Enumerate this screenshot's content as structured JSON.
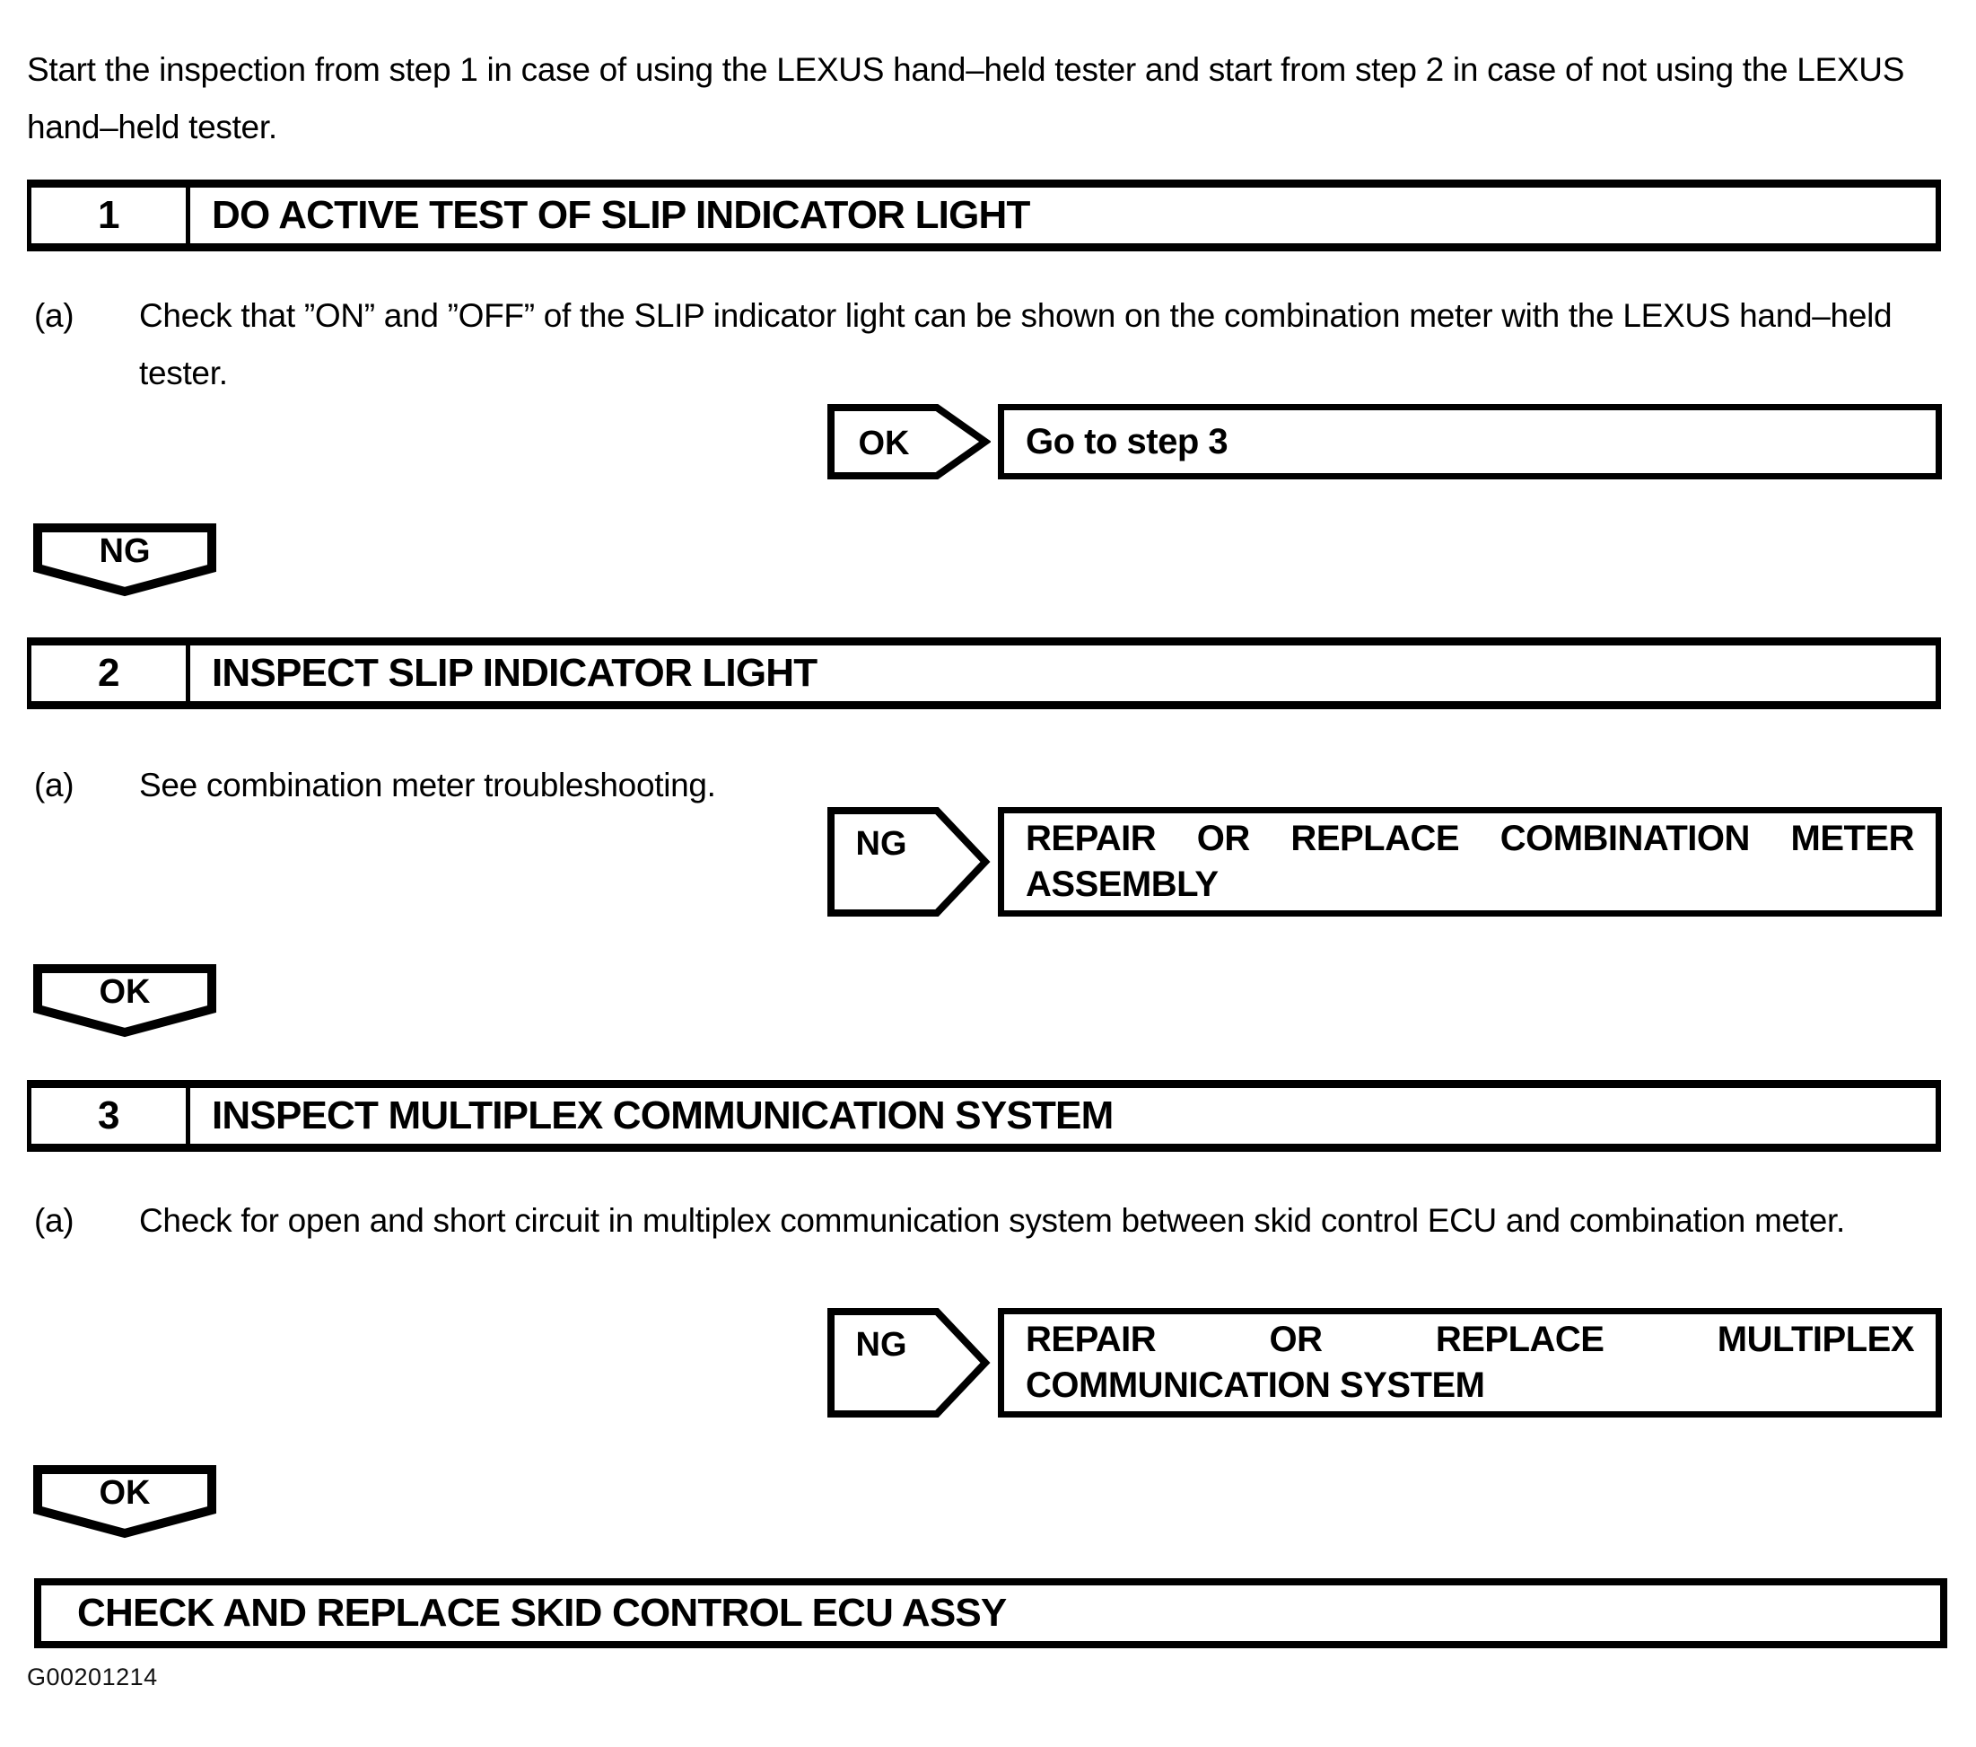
{
  "page": {
    "intro": "Start the inspection from step 1 in case of using the LEXUS hand–held tester and start from step 2 in case of not using the LEXUS hand–held tester.",
    "footer_code": "G00201214",
    "colors": {
      "ink": "#000000",
      "paper": "#ffffff"
    }
  },
  "steps": [
    {
      "number": "1",
      "title": "DO ACTIVE TEST OF SLIP INDICATOR LIGHT",
      "item_label": "(a)",
      "item_text": "Check that ”ON” and ”OFF” of the SLIP indicator light can be shown on the combination meter with the LEXUS hand–held tester.",
      "branch": {
        "verdict": "OK",
        "result_lines": [
          "Go to step 3"
        ]
      },
      "fall_through": "NG"
    },
    {
      "number": "2",
      "title": "INSPECT SLIP INDICATOR LIGHT",
      "item_label": "(a)",
      "item_text": "See combination meter troubleshooting.",
      "branch": {
        "verdict": "NG",
        "result_lines": [
          "REPAIR OR REPLACE COMBINATION METER",
          "ASSEMBLY"
        ]
      },
      "fall_through": "OK"
    },
    {
      "number": "3",
      "title": "INSPECT MULTIPLEX COMMUNICATION SYSTEM",
      "item_label": "(a)",
      "item_text": "Check for open and short circuit in multiplex communication system between skid control ECU and combination meter.",
      "branch": {
        "verdict": "NG",
        "result_lines": [
          "REPAIR OR REPLACE MULTIPLEX",
          "COMMUNICATION SYSTEM"
        ]
      },
      "fall_through": "OK"
    }
  ],
  "final_action": "CHECK AND REPLACE SKID CONTROL ECU ASSY"
}
